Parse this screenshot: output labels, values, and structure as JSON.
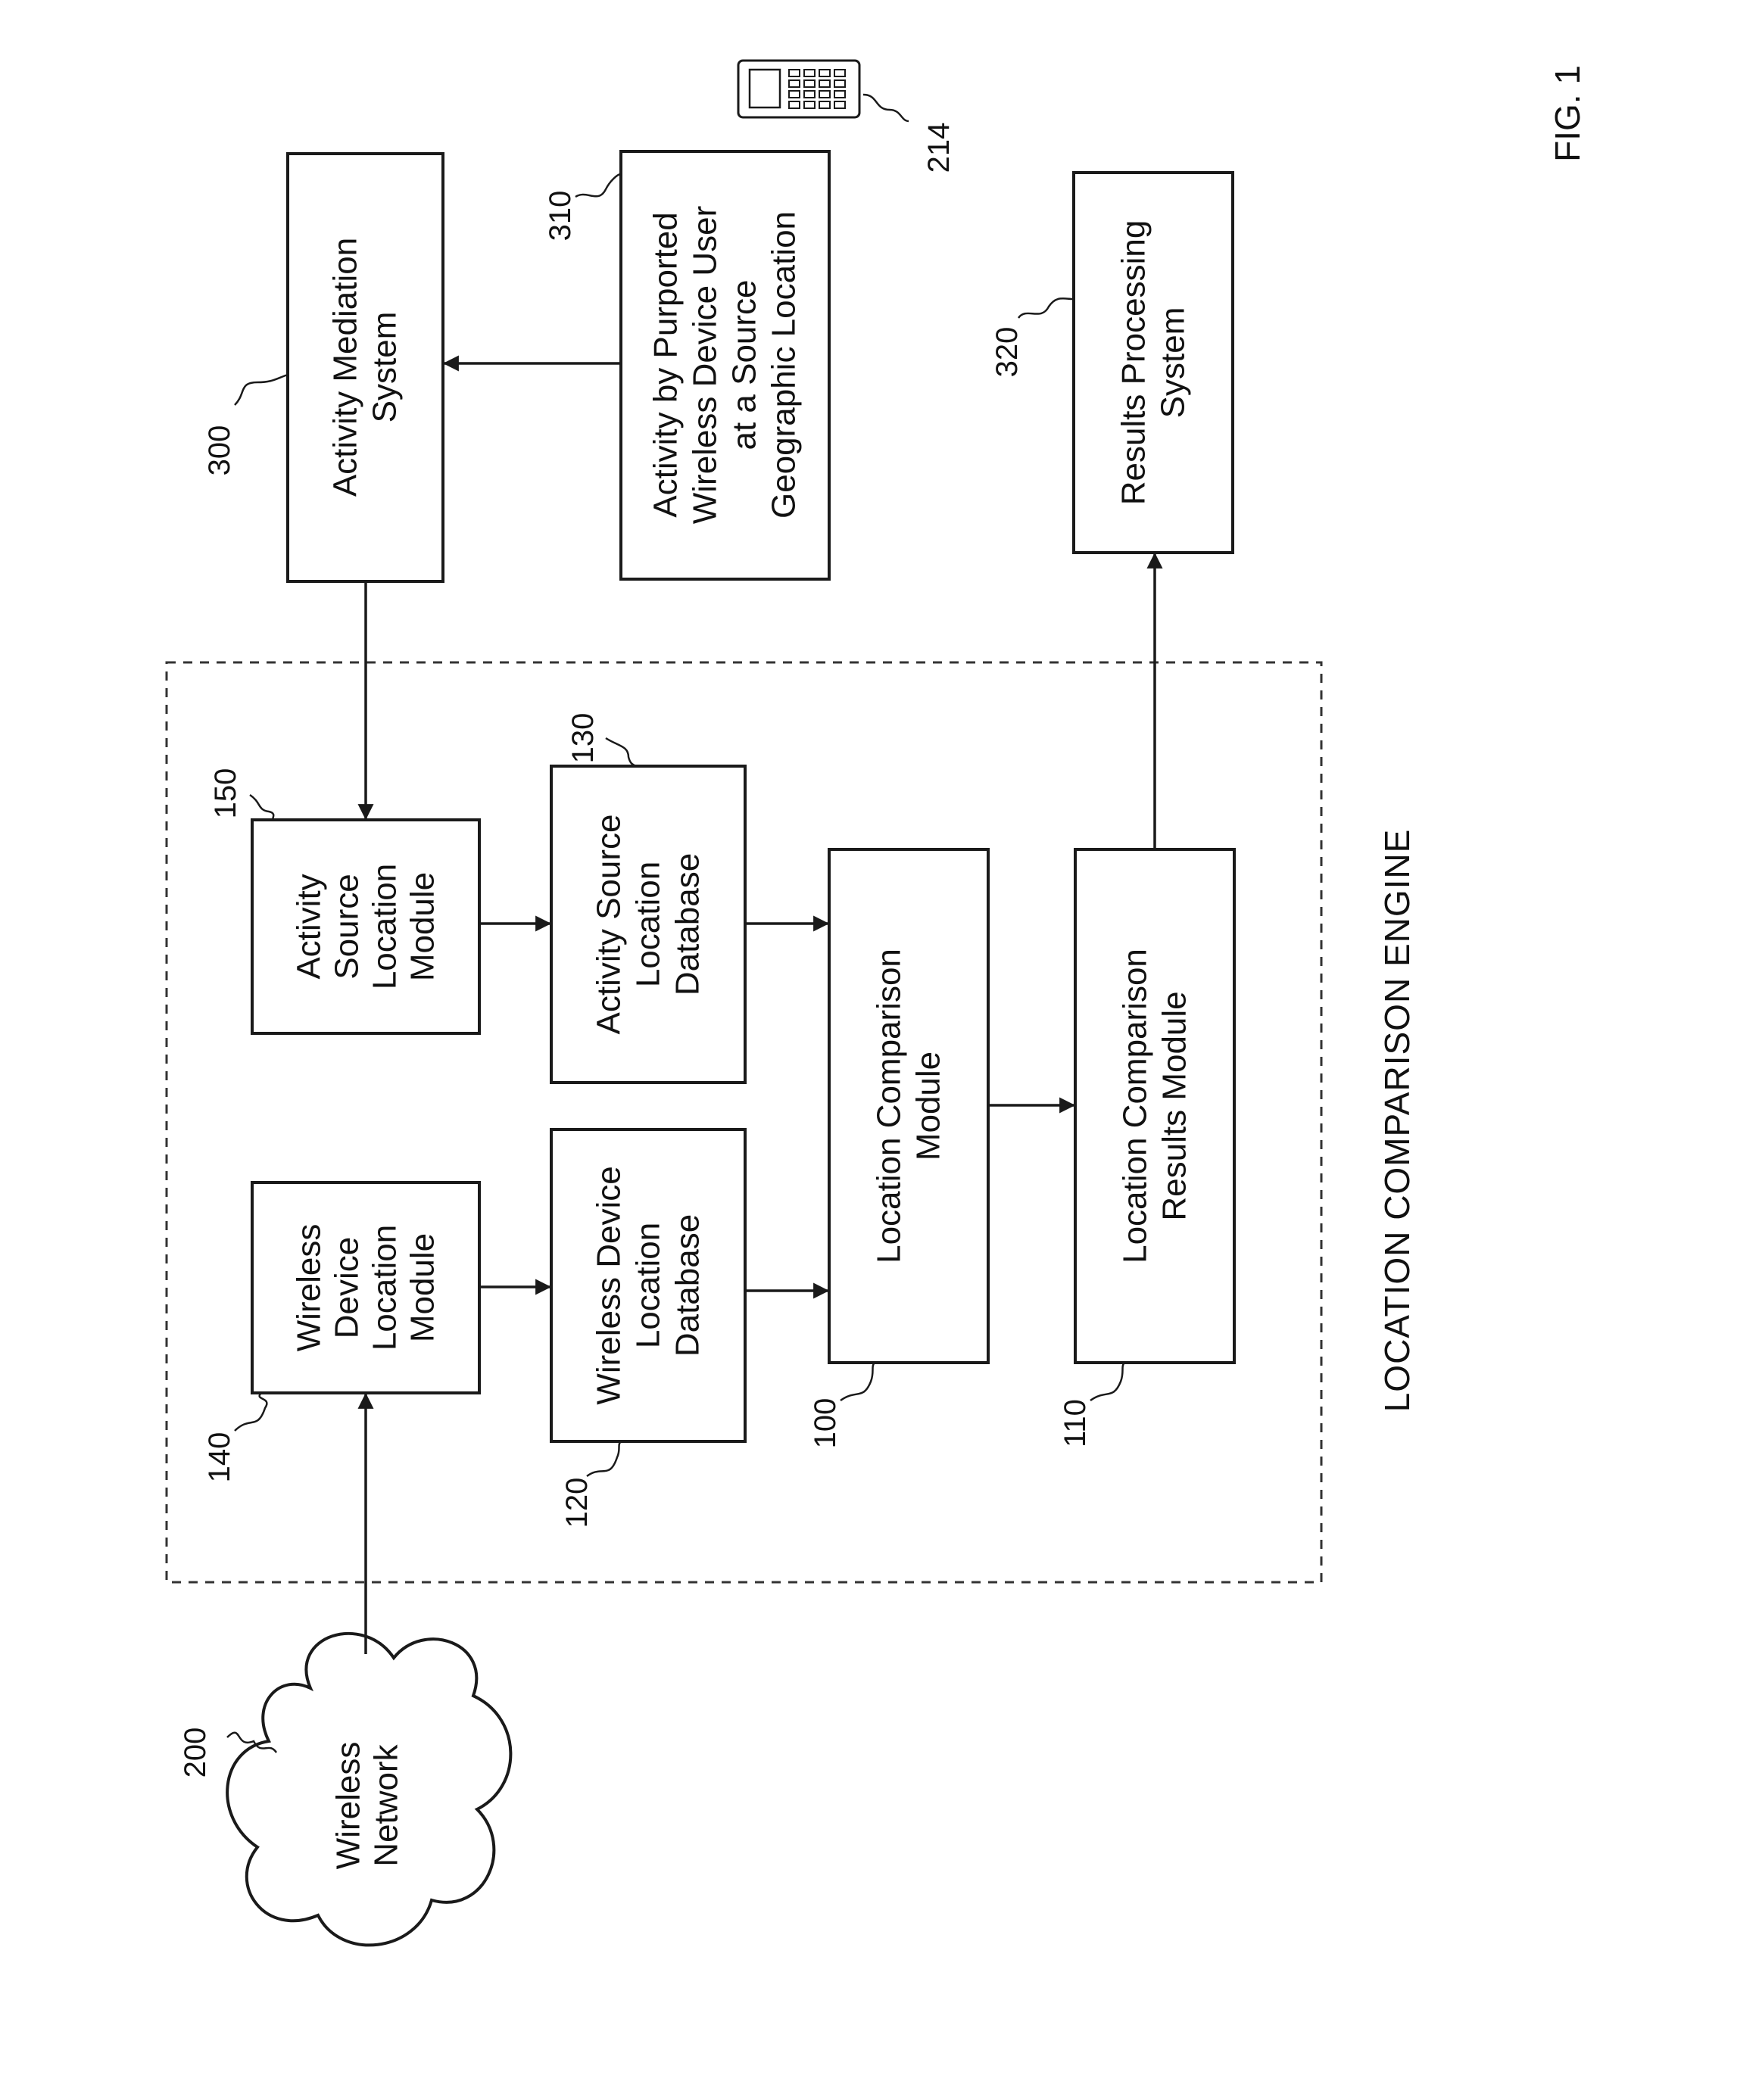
{
  "figure_label": "FIG. 1",
  "engine_label": "LOCATION COMPARISON ENGINE",
  "nodes": {
    "wireless_network": {
      "ref": "200",
      "lines": [
        "Wireless",
        "Network"
      ]
    },
    "wd_location_module": {
      "ref": "140",
      "lines": [
        "Wireless",
        "Device",
        "Location",
        "Module"
      ]
    },
    "as_location_module": {
      "ref": "150",
      "lines": [
        "Activity",
        "Source",
        "Location",
        "Module"
      ]
    },
    "wd_location_db": {
      "ref": "120",
      "lines": [
        "Wireless Device",
        "Location",
        "Database"
      ]
    },
    "as_location_db": {
      "ref": "130",
      "lines": [
        "Activity Source",
        "Location",
        "Database"
      ]
    },
    "comparison_module": {
      "ref": "100",
      "lines": [
        "Location Comparison",
        "Module"
      ]
    },
    "comparison_results": {
      "ref": "110",
      "lines": [
        "Location Comparison",
        "Results Module"
      ]
    },
    "activity_mediation": {
      "ref": "300",
      "lines": [
        "Activity Mediation",
        "System"
      ]
    },
    "activity_by_user": {
      "ref": "310",
      "lines": [
        "Activity by Purported",
        "Wireless Device User",
        "at a Source",
        "Geographic Location"
      ]
    },
    "results_processing": {
      "ref": "320",
      "lines": [
        "Results Processing",
        "System"
      ]
    },
    "wireless_device": {
      "ref": "214"
    }
  }
}
